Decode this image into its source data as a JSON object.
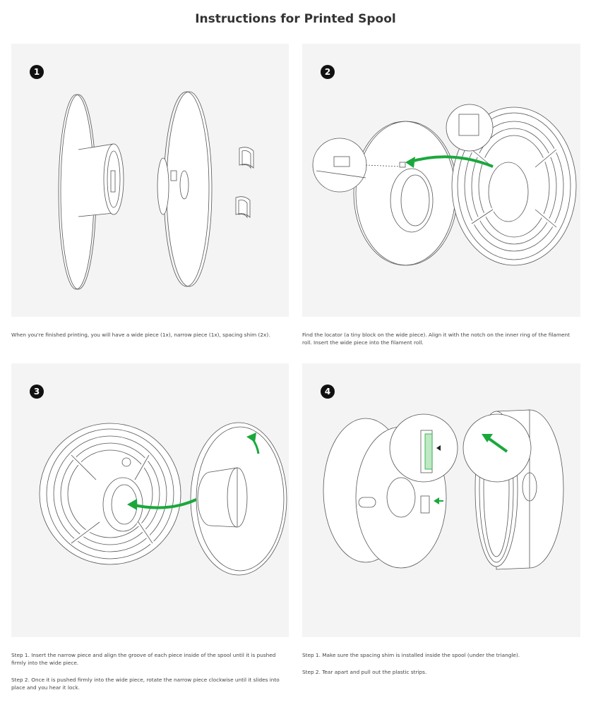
{
  "title": "Instructions for Printed Spool",
  "steps": [
    {
      "number": "1",
      "captions": [
        "When you're finished printing, you will have a wide piece (1x), narrow piece (1x), spacing shim (2x)."
      ]
    },
    {
      "number": "2",
      "captions": [
        "Find the locator (a tiny block on the wide piece). Align it with the notch on the inner ring of the filament roll. Insert the wide piece into the filament roll."
      ]
    },
    {
      "number": "3",
      "captions": [
        "Step 1. Insert the narrow piece and align the groove of each piece inside of the spool until it is pushed firmly into the wide piece.",
        "Step 2. Once it is pushed firmly into the wide piece, rotate the narrow piece clockwise until it slides into place and you hear it lock."
      ]
    },
    {
      "number": "4",
      "captions": [
        "Step 1. Make sure the spacing shim is installed inside the spool (under the triangle).",
        "Step 2. Tear apart and pull out the plastic strips."
      ]
    }
  ],
  "colors": {
    "panel_bg": "#f4f4f4",
    "arrow_green": "#1aa83c",
    "badge_bg": "#111111"
  }
}
